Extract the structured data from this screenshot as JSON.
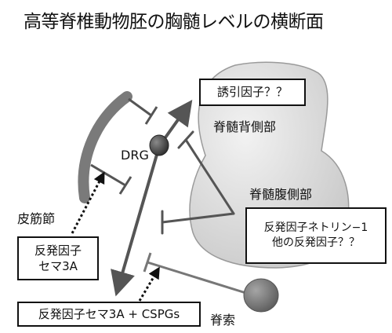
{
  "title": "高等脊椎動物胚の胸髄レベルの横断面",
  "labels": {
    "drg": "DRG",
    "dorsal_cord": "脊髄背側部",
    "ventral_cord": "脊髄腹側部",
    "dermomyotome": "皮筋節",
    "notochord": "脊索"
  },
  "boxes": {
    "attractant": "誘引因子？？",
    "netrin_line1": "反発因子ネトリン−1",
    "netrin_line2": "他の反発因子？？",
    "sema_line1": "反発因子",
    "sema_line2": "セマ3A",
    "sema_cspg": "反発因子セマ3A + CSPGs"
  },
  "colors": {
    "spinal_cord": "#d9d9d9",
    "dermomyotome": "#7a7a7a",
    "arrow": "#555555",
    "drg": "#4a4a4a",
    "notochord": "#7d7d7d"
  }
}
